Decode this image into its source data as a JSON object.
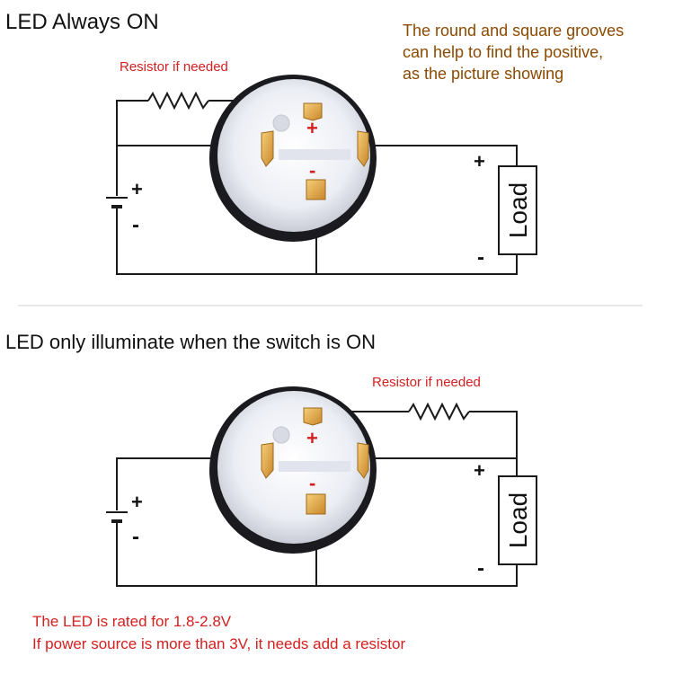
{
  "colors": {
    "wire": "#1a1a1a",
    "accent_red": "#d42020",
    "note_brown": "#8b4a00",
    "pin_gold": "#e0a23a",
    "plate": "#eef0f6",
    "bezel": "#1b1b1f"
  },
  "top": {
    "title": "LED Always ON",
    "resistor_label": "Resistor if needed",
    "note_lines": [
      "The round and square grooves",
      "can help to find the positive,",
      "as the picture showing"
    ],
    "battery_plus": "+",
    "battery_minus": "-",
    "terminal_plus": "+",
    "terminal_minus": "-",
    "load_label": "Load",
    "load_plus": "+",
    "load_minus": "-"
  },
  "bottom": {
    "title": "LED only illuminate when the switch is ON",
    "resistor_label": "Resistor if needed",
    "battery_plus": "+",
    "battery_minus": "-",
    "terminal_plus": "+",
    "terminal_minus": "-",
    "load_label": "Load",
    "load_plus": "+",
    "load_minus": "-"
  },
  "footer": {
    "line1": "The LED is rated for 1.8-2.8V",
    "line2": "If power  source is more than 3V, it needs add a resistor"
  }
}
